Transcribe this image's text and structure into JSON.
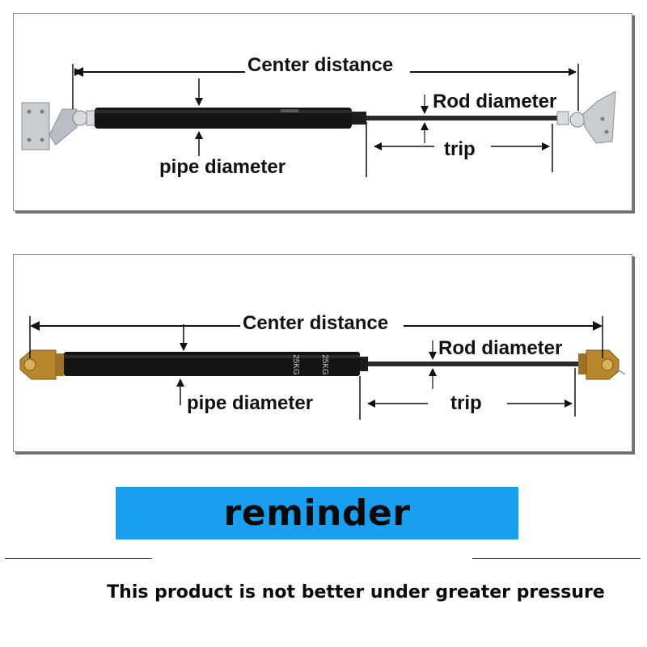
{
  "top_diagram": {
    "center_distance": "Center distance",
    "rod_diameter": "Rod diameter",
    "trip": "trip",
    "pipe_diameter": "pipe diameter"
  },
  "bottom_diagram": {
    "center_distance": "Center distance",
    "rod_diameter": "Rod diameter",
    "trip": "trip",
    "pipe_diameter": "pipe diameter",
    "tube_marking": "25KG"
  },
  "reminder": {
    "title": "reminder",
    "note": "This product is not better under greater pressure"
  },
  "colors": {
    "banner": "#1a9ef0",
    "tube": "#141414",
    "rod": "#2a2a2a",
    "bracket": "#c9cdd2",
    "end_fitting": "#b8862b"
  }
}
